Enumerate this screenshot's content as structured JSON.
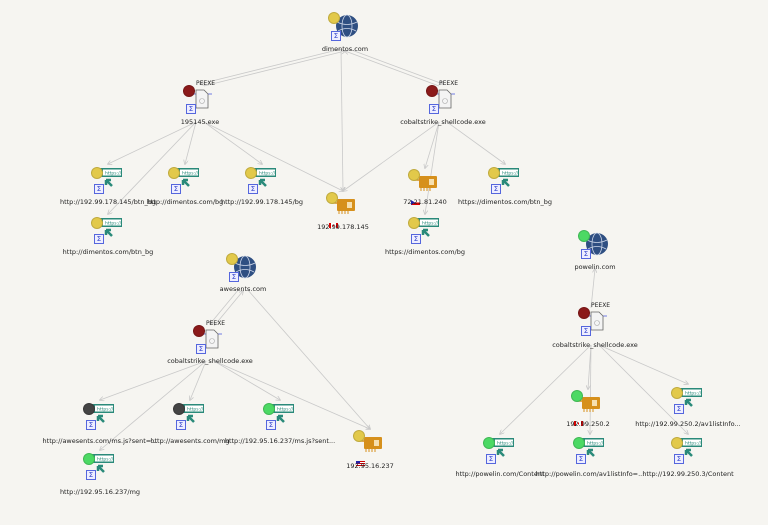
{
  "colors": {
    "edge": "#c9c9c9",
    "domain": "#2f4f82",
    "url": "#2a8a7a",
    "ip": "#d6901c",
    "status_yellow": "#e2c94a",
    "status_green": "#4cd964",
    "status_red": "#8b1a1a",
    "status_dark": "#444444"
  },
  "nodes": [
    {
      "id": "dimentos",
      "type": "domain",
      "label": "dimentos.com",
      "status": "yellow"
    },
    {
      "id": "exe1",
      "type": "file",
      "label": "195145.exe",
      "tag": "PEEXE",
      "status": "red"
    },
    {
      "id": "exe2",
      "type": "file",
      "label": "cobaltstrike_shellcode.exe",
      "tag": "PEEXE",
      "status": "red"
    },
    {
      "id": "u1",
      "type": "url",
      "label": "http://192.99.178.145/btn_bg",
      "status": "yellow"
    },
    {
      "id": "u2",
      "type": "url",
      "label": "http://dimentos.com/bg",
      "status": "yellow"
    },
    {
      "id": "u3",
      "type": "url",
      "label": "http://192.99.178.145/bg",
      "status": "yellow"
    },
    {
      "id": "ip1",
      "type": "ip",
      "label": "192.99.178.145",
      "status": "yellow",
      "flag": "ca"
    },
    {
      "id": "ip2",
      "type": "ip",
      "label": "72.21.81.240",
      "status": "yellow",
      "flag": "cz"
    },
    {
      "id": "u4",
      "type": "url",
      "label": "https://dimentos.com/btn_bg",
      "status": "yellow"
    },
    {
      "id": "u5",
      "type": "url",
      "label": "http://dimentos.com/btn_bg",
      "status": "yellow"
    },
    {
      "id": "u6",
      "type": "url",
      "label": "https://dimentos.com/bg",
      "status": "yellow"
    },
    {
      "id": "awesents",
      "type": "domain",
      "label": "awesents.com",
      "status": "yellow"
    },
    {
      "id": "exe3",
      "type": "file",
      "label": "cobaltstrike_shellcode.exe",
      "tag": "PEEXE",
      "status": "red"
    },
    {
      "id": "u7",
      "type": "url",
      "label": "http://awesents.com/ms.js?sent=...",
      "status": "dark"
    },
    {
      "id": "u8",
      "type": "url",
      "label": "http://awesents.com/mg",
      "status": "dark"
    },
    {
      "id": "u9",
      "type": "url",
      "label": "http://192.95.16.237/ms.js?sent...",
      "status": "green"
    },
    {
      "id": "ip3",
      "type": "ip",
      "label": "192.95.16.237",
      "status": "yellow",
      "flag": "us"
    },
    {
      "id": "u10",
      "type": "url",
      "label": "http://192.95.16.237/mg",
      "status": "green"
    },
    {
      "id": "powelin",
      "type": "domain",
      "label": "powelin.com",
      "status": "green"
    },
    {
      "id": "exe4",
      "type": "file",
      "label": "cobaltstrike_shellcode.exe",
      "tag": "PEEXE",
      "status": "red"
    },
    {
      "id": "ip4",
      "type": "ip",
      "label": "192.99.250.2",
      "status": "green",
      "flag": "ca"
    },
    {
      "id": "u11",
      "type": "url",
      "label": "http://192.99.250.2/av1listInfo...",
      "status": "yellow"
    },
    {
      "id": "u12",
      "type": "url",
      "label": "http://powelin.com/Content",
      "status": "green"
    },
    {
      "id": "u13",
      "type": "url",
      "label": "http://powelin.com/av1listInfo=...",
      "status": "green"
    },
    {
      "id": "u14",
      "type": "url",
      "label": "http://192.99.250.3/Content",
      "status": "yellow"
    }
  ],
  "edges": [
    [
      "dimentos",
      "exe1"
    ],
    [
      "exe1",
      "dimentos"
    ],
    [
      "dimentos",
      "exe2"
    ],
    [
      "exe2",
      "dimentos"
    ],
    [
      "dimentos",
      "ip1"
    ],
    [
      "exe1",
      "u1"
    ],
    [
      "exe1",
      "u2"
    ],
    [
      "exe1",
      "u3"
    ],
    [
      "exe1",
      "ip1"
    ],
    [
      "exe1",
      "u5"
    ],
    [
      "exe2",
      "ip1"
    ],
    [
      "exe2",
      "ip2"
    ],
    [
      "exe2",
      "u6"
    ],
    [
      "exe2",
      "u4"
    ],
    [
      "awesents",
      "exe3"
    ],
    [
      "exe3",
      "awesents"
    ],
    [
      "awesents",
      "ip3"
    ],
    [
      "exe3",
      "u7"
    ],
    [
      "exe3",
      "u8"
    ],
    [
      "exe3",
      "u9"
    ],
    [
      "exe3",
      "ip3"
    ],
    [
      "exe3",
      "u10"
    ],
    [
      "exe4",
      "powelin"
    ],
    [
      "exe4",
      "ip4"
    ],
    [
      "exe4",
      "u11"
    ],
    [
      "exe4",
      "u12"
    ],
    [
      "exe4",
      "u13"
    ],
    [
      "exe4",
      "u14"
    ]
  ]
}
